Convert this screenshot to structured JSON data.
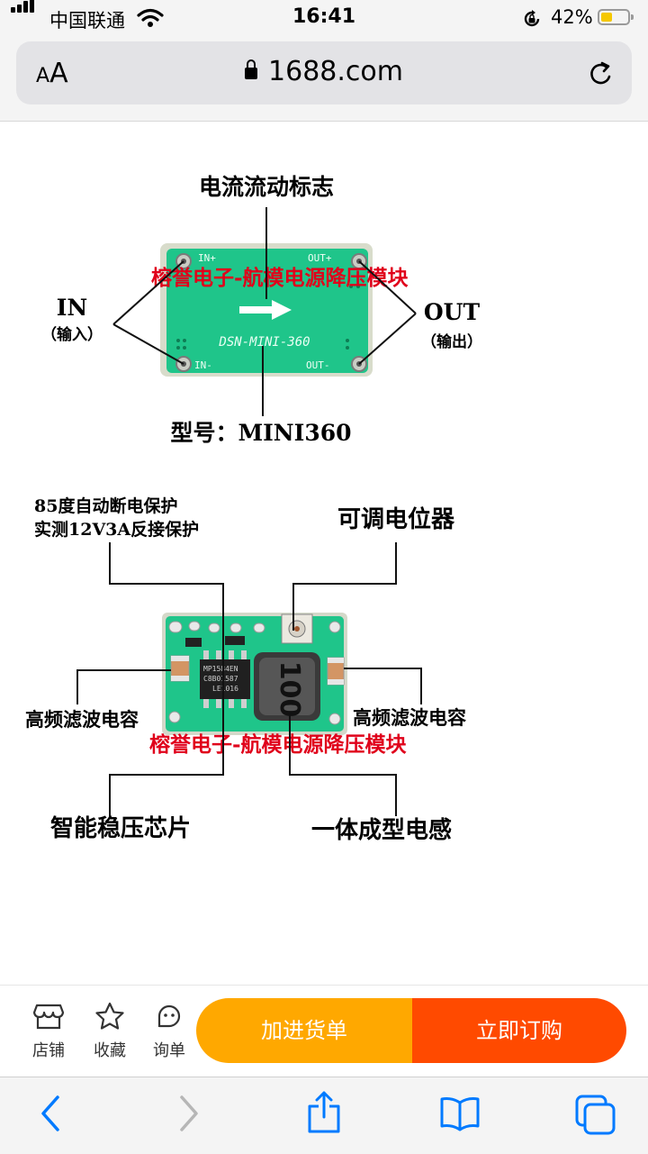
{
  "status_bar": {
    "carrier": "中国联通",
    "time": "16:41",
    "battery_percent": "42%",
    "battery_level": 0.42,
    "icons": [
      "signal-icon",
      "wifi-icon",
      "orientation-lock-icon",
      "battery-icon"
    ]
  },
  "browser": {
    "text_size_label_small": "A",
    "text_size_label_large": "A",
    "domain": "1688.com",
    "icons": [
      "lock-icon",
      "reload-icon"
    ]
  },
  "diagram1": {
    "label_current_flow": "电流流动标志",
    "label_in": "IN",
    "label_in_cn": "（输入）",
    "label_out": "OUT",
    "label_out_cn": "（输出）",
    "board_in_plus": "IN+",
    "board_in_minus": "IN-",
    "board_out_plus": "OUT+",
    "board_out_minus": "OUT-",
    "board_model_print": "DSN-MINI-360",
    "watermark": "榕誉电子-航模电源降压模块",
    "label_model": "型号：MINI360"
  },
  "diagram2": {
    "label_protection_1": "85度自动断电保护",
    "label_protection_2": "实测12V3A反接保护",
    "label_potentiometer": "可调电位器",
    "label_cap_left": "高频滤波电容",
    "label_cap_right": "高频滤波电容",
    "label_chip": "智能稳压芯片",
    "label_inductor": "一体成型电感",
    "chip_print_1": "MP1584EN",
    "chip_print_2": "C8B01587",
    "chip_print_3": "LE1016",
    "inductor_print": "100",
    "watermark": "榕誉电子-航模电源降压模块"
  },
  "action_bar": {
    "shop_label": "店铺",
    "favorite_label": "收藏",
    "inquiry_label": "询单",
    "add_to_cart_label": "加进货单",
    "buy_now_label": "立即订购",
    "colors": {
      "cart": "#ffa800",
      "buy": "#ff4a00"
    }
  },
  "toolbar": {
    "icons": [
      "back-icon",
      "forward-icon",
      "share-icon",
      "bookmarks-icon",
      "tabs-icon"
    ],
    "accent": "#007aff"
  }
}
